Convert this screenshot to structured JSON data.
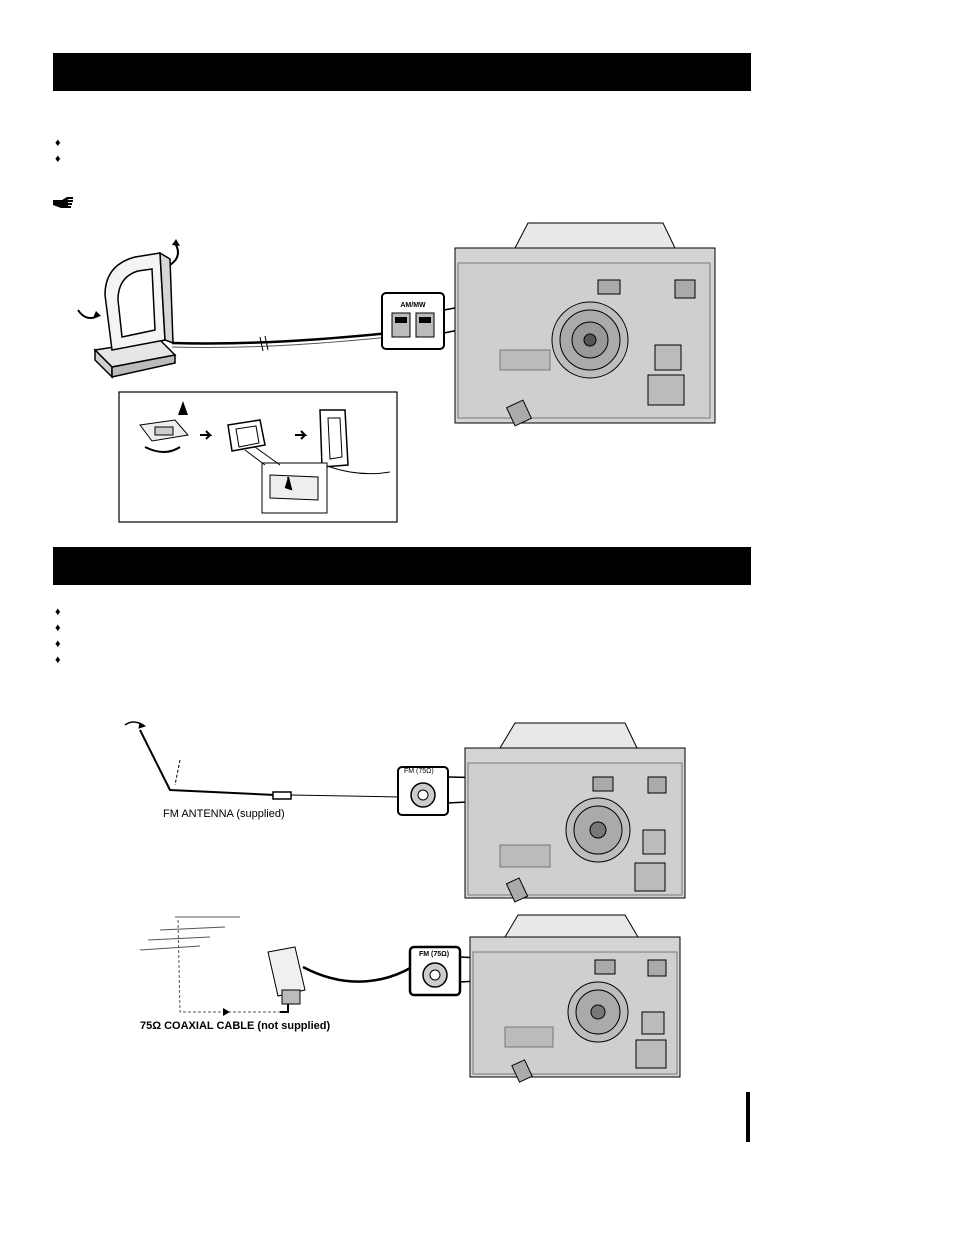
{
  "am_section": {
    "bullets": [
      "♦",
      "♦"
    ],
    "panel_label": "AM/MW"
  },
  "fm_section": {
    "bullets": [
      "♦",
      "♦",
      "♦",
      "♦"
    ],
    "fm_antenna_label": "FM ANTENNA (supplied)",
    "fm_jack_label_top": "FM (75Ω)",
    "fm_jack_label_bottom": "FM (75Ω)",
    "coax_label": "75Ω COAXIAL CABLE (not supplied)"
  },
  "icons": {
    "note": "pointing-hand-icon",
    "bullet": "diamond-bullet-icon"
  },
  "colors": {
    "bar": "#000000",
    "device": "#d4d4d4"
  }
}
